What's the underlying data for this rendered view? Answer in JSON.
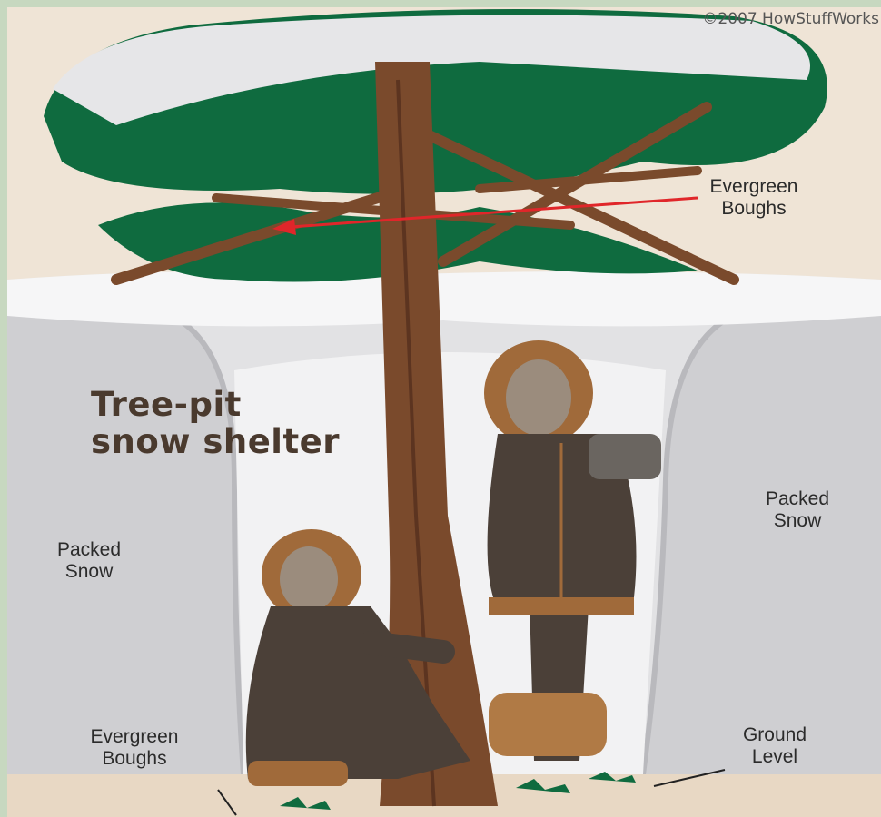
{
  "diagram": {
    "copyright": "©2007 HowStuffWorks",
    "title_line1": "Tree-pit",
    "title_line2": "snow shelter",
    "labels": {
      "evergreen_boughs_top": "Evergreen\nBoughs",
      "packed_snow_left": "Packed\nSnow",
      "packed_snow_right": "Packed\nSnow",
      "evergreen_boughs_bottom": "Evergreen\nBoughs",
      "ground_level": "Ground\nLevel"
    },
    "colors": {
      "arrow": "#e0262a",
      "foliage": "#0f6b3f",
      "trunk": "#7a4a2c",
      "snow": "#d4d4d6",
      "coat": "#4b4038",
      "fur": "#a06a3a"
    }
  }
}
